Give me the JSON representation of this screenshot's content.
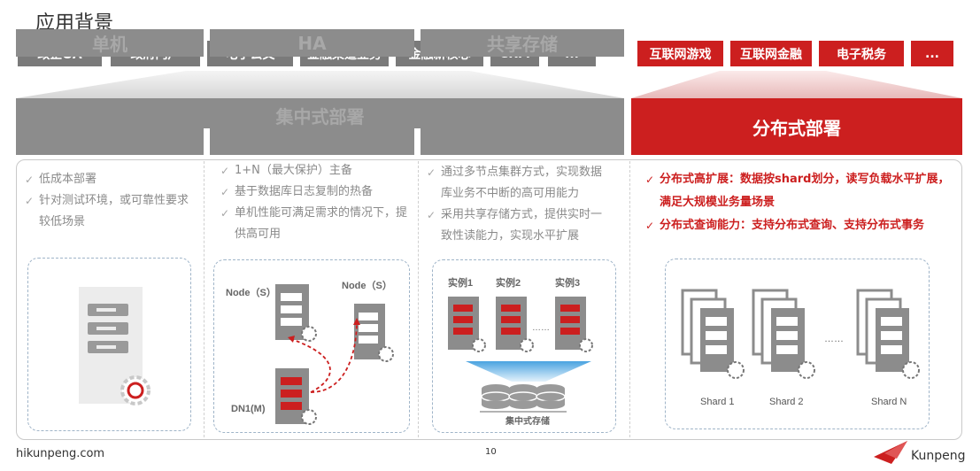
{
  "title": "应用背景",
  "scenarios_left": [
    "政企OA",
    "政府门户",
    "电子公文",
    "金融渠道业务",
    "金融新核心",
    "CRM",
    "..."
  ],
  "scenarios_right": [
    "互联网游戏",
    "互联网金融",
    "电子税务",
    "..."
  ],
  "centralized": {
    "title": "集中式部署",
    "single": {
      "title": "单机",
      "bullets": [
        "低成本部署",
        "针对测试环境，或可靠性要求较低场景"
      ]
    },
    "ha": {
      "title": "HA",
      "bullets": [
        "1+N（最大保护）主备",
        "基于数据库日志复制的热备",
        "单机性能可满足需求的情况下，提供高可用"
      ],
      "labels": {
        "node_left": "Node（S）",
        "node_right": "Node（S）",
        "dn": "DN1(M)"
      }
    },
    "shared": {
      "title": "共享存储",
      "bullets": [
        "通过多节点集群方式，实现数据库业务不中断的高可用能力",
        "采用共享存储方式，提供实时一致性读能力，实现水平扩展"
      ],
      "labels": {
        "inst1": "实例1",
        "inst2": "实例2",
        "inst3": "实例3",
        "dots": "……",
        "storage": "集中式存储"
      }
    }
  },
  "distributed": {
    "title": "分布式部署",
    "bullets": [
      "分布式高扩展：数据按shard划分，读写负载水平扩展，满足大规模业务量场景",
      "分布式查询能力：支持分布式查询、支持分布式事务"
    ],
    "labels": {
      "shard1": "Shard 1",
      "shard2": "Shard 2",
      "shardn": "Shard N",
      "dots": "……"
    }
  },
  "footer": {
    "site": "hikunpeng.com",
    "page": "10",
    "brand": "Kunpeng"
  },
  "colors": {
    "accent_red": "#cc1f1f",
    "header_gray": "#8c8c8c",
    "chip_gray": "#7a7a7a"
  }
}
